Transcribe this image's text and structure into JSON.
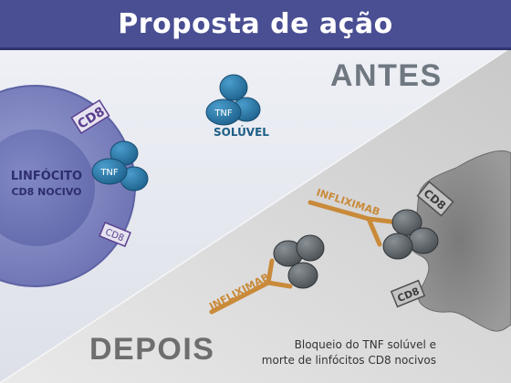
{
  "title": "Proposta de ação",
  "antes_label": "ANTES",
  "depois_label": "DEPOIS",
  "tnf_label": "TNF",
  "soluvel_label": "SOLÚVEL",
  "cd8_label": "CD8",
  "infliximab_label": "INFLIXIMAB",
  "lymphocyte": {
    "line1": "LINFÓCITO",
    "line2": "CD8 NOCIVO"
  },
  "caption": {
    "line1": "Bloqueio do TNF solúvel e",
    "line2": "morte de linfócitos CD8 nocivos"
  },
  "colors": {
    "title_bar": "#4a4f93",
    "cell_outer": "#7f86c2",
    "cell_inner": "#6f75b4",
    "tnf_blue": "#2f78a7",
    "cd8_purple": "#5a3f8f",
    "infliximab_orange": "#c98a3a",
    "dead_cell_gray": "#767676",
    "tnf_blocked_gray": "#5d6468"
  }
}
